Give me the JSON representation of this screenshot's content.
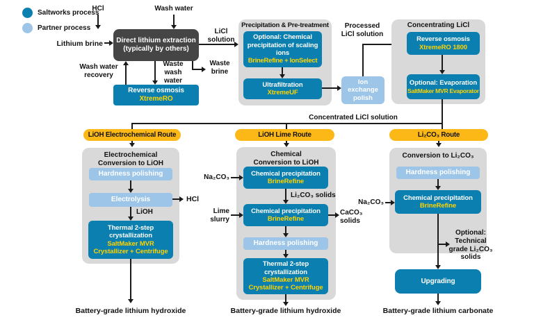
{
  "legend": {
    "items": [
      {
        "name": "saltworks",
        "label": "Saltworks process",
        "color": "#0b7faf"
      },
      {
        "name": "partner",
        "label": "Partner process",
        "color": "#9cc5e8"
      }
    ]
  },
  "top": {
    "hcl_in": "HCl",
    "wash_water_in": "Wash water",
    "lithium_brine": "Lithium brine",
    "dle_line1": "Direct lithium extraction",
    "dle_line2": "(typically by others)",
    "licl_solution": "LiCl solution",
    "wash_water_recovery": "Wash water recovery",
    "waste_wash_water": "Waste wash water",
    "waste_brine": "Waste brine",
    "ro_title": "Reverse osmosis",
    "ro_product": "XtremeRO"
  },
  "pretreatment": {
    "title": "Precipitation & Pre-treatment",
    "box1_title": "Optional: Chemical precipitation of scaling ions",
    "box1_product": "BrineRefine + IonSelect",
    "box2_title": "Ultrafiltration",
    "box2_product": "XtremeUF"
  },
  "ion_exchange_label": "Ion exchange polish",
  "processed_licl": "Processed LiCl solution",
  "concentrating": {
    "title": "Concentrating LiCl",
    "ro_title": "Reverse osmosis",
    "ro_product": "XtremeRO 1800",
    "evap_title": "Optional: Evaporation",
    "evap_product": "SaltMaker MVR Evaporator"
  },
  "concentrated_licl": "Concentrated LiCl solution",
  "route_electrochemical": {
    "banner": "LiOH Electrochemical Route",
    "title1": "Electrochemical",
    "title2": "Conversion to LiOH",
    "hardness": "Hardness polishing",
    "electrolysis": "Electrolysis",
    "hcl_out": "HCl",
    "lioh": "LiOH",
    "thermal_title": "Thermal 2-step crystallization",
    "thermal_product1": "SaltMaker MVR",
    "thermal_product2": "Crystallizer + Centrifuge",
    "output": "Battery-grade lithium hydroxide"
  },
  "route_lime": {
    "banner": "LiOH Lime Route",
    "title1": "Chemical",
    "title2": "Conversion to LiOH",
    "precip1_title": "Chemical precipitation",
    "precip1_product": "BrineRefine",
    "na2co3_in": "Na₂CO₃",
    "li2co3_solids": "Li₂CO₃ solids",
    "precip2_title": "Chemical precipitation",
    "precip2_product": "BrineRefine",
    "lime_slurry": "Lime slurry",
    "caco3_solids": "CaCO₃ solids",
    "hardness": "Hardness polishing",
    "thermal_title": "Thermal 2-step crystallization",
    "thermal_product1": "SaltMaker MVR",
    "thermal_product2": "Crystallizer + Centrifuge",
    "output": "Battery-grade lithium hydroxide"
  },
  "route_carbonate": {
    "banner": "Li₂CO₃ Route",
    "title": "Conversion to Li₂CO₃",
    "hardness": "Hardness polishing",
    "precip_title": "Chemical precipitation",
    "precip_product": "BrineRefine",
    "na2co3_in": "Na₂CO₃",
    "optional_solids": "Optional: Technical grade Li₂CO₃ solids",
    "upgrading": "Upgrading",
    "output": "Battery-grade lithium carbonate"
  },
  "colors": {
    "saltworks_blue": "#0b7faf",
    "partner_blue": "#9cc5e8",
    "route_yellow": "#fbb817",
    "product_yellow": "#ffd400",
    "panel_gray": "#d9d9d9",
    "dle_gray": "#454545"
  }
}
